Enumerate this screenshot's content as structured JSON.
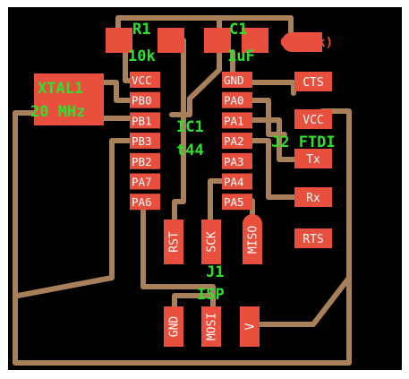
{
  "colors": {
    "board": "#000000",
    "trace": "#a8805a",
    "pad": "#e84f3d",
    "pad_text": "#ffffff",
    "component_label": "#2fe02f",
    "background": "#ffffff"
  },
  "components": {
    "r1": {
      "ref": "R1",
      "value": "10k"
    },
    "c1": {
      "ref": "C1",
      "value": "1uF"
    },
    "xtal1": {
      "ref": "XTAL1",
      "value": "20 MHz"
    },
    "ic1": {
      "ref": "IC1",
      "value": "t44"
    },
    "j2": {
      "ref": "J2 FTDI",
      "note": "G (blk)"
    },
    "j1": {
      "ref": "J1",
      "value": "ISP"
    }
  },
  "ic1_pins_left": [
    "VCC",
    "PB0",
    "PB1",
    "PB3",
    "PB2",
    "PA7",
    "PA6"
  ],
  "ic1_pins_right": [
    "GND",
    "PA0",
    "PA1",
    "PA2",
    "PA3",
    "PA4",
    "PA5"
  ],
  "ftdi_pins": [
    "CTS",
    "VCC",
    "Tx",
    "Rx",
    "RTS"
  ],
  "isp_pins": [
    "RST",
    "SCK",
    "MISO",
    "GND",
    "MOSI",
    "V"
  ]
}
